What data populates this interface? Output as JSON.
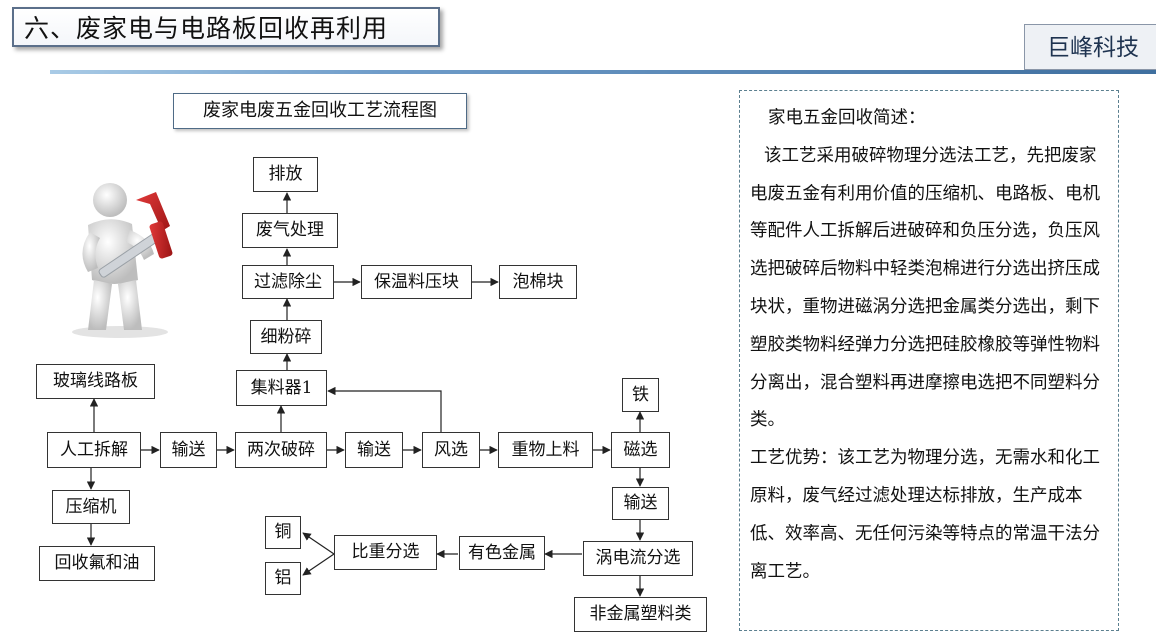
{
  "slide": {
    "title": "六、废家电与电路板回收再利用",
    "brand": "巨峰科技"
  },
  "flow": {
    "title": "废家电废五金回收工艺流程图",
    "nodes": {
      "exhaust": "排放",
      "gas_treatment": "废气处理",
      "filter_dust": "过滤除尘",
      "insulation_block": "保温料压块",
      "foam_block": "泡棉块",
      "fine_crush": "细粉碎",
      "collector": "集料器1",
      "glass_board": "玻璃线路板",
      "manual_dismantle": "人工拆解",
      "convey1": "输送",
      "double_crush": "两次破碎",
      "convey2": "输送",
      "wind_select": "风选",
      "heavy_feed": "重物上料",
      "magnetic": "磁选",
      "iron": "铁",
      "compressor": "压缩机",
      "freon_oil": "回收氟和油",
      "convey3": "输送",
      "copper": "铜",
      "aluminum": "铝",
      "gravity_sep": "比重分选",
      "nonferrous": "有色金属",
      "eddy_current": "涡电流分选",
      "nonmetal_plastic": "非金属塑料类"
    }
  },
  "summary": {
    "heading": "家电五金回收简述：",
    "paragraph1": "该工艺采用破碎物理分选法工艺，先把废家电废五金有利用价值的压缩机、电路板、电机等配件人工拆解后进破碎和负压分选，负压风选把破碎后物料中轻类泡棉进行分选出挤压成块状，重物进磁涡分选把金属类分选出，剩下塑胶类物料经弹力分选把硅胶橡胶等弹性物料分离出，混合塑料再进摩擦电选把不同塑料分类。",
    "paragraph2": "工艺优势：该工艺为物理分选，无需水和化工原料，废气经过滤处理达标排放，生产成本低、效率高、无任何污染等特点的常温干法分离工艺。"
  }
}
